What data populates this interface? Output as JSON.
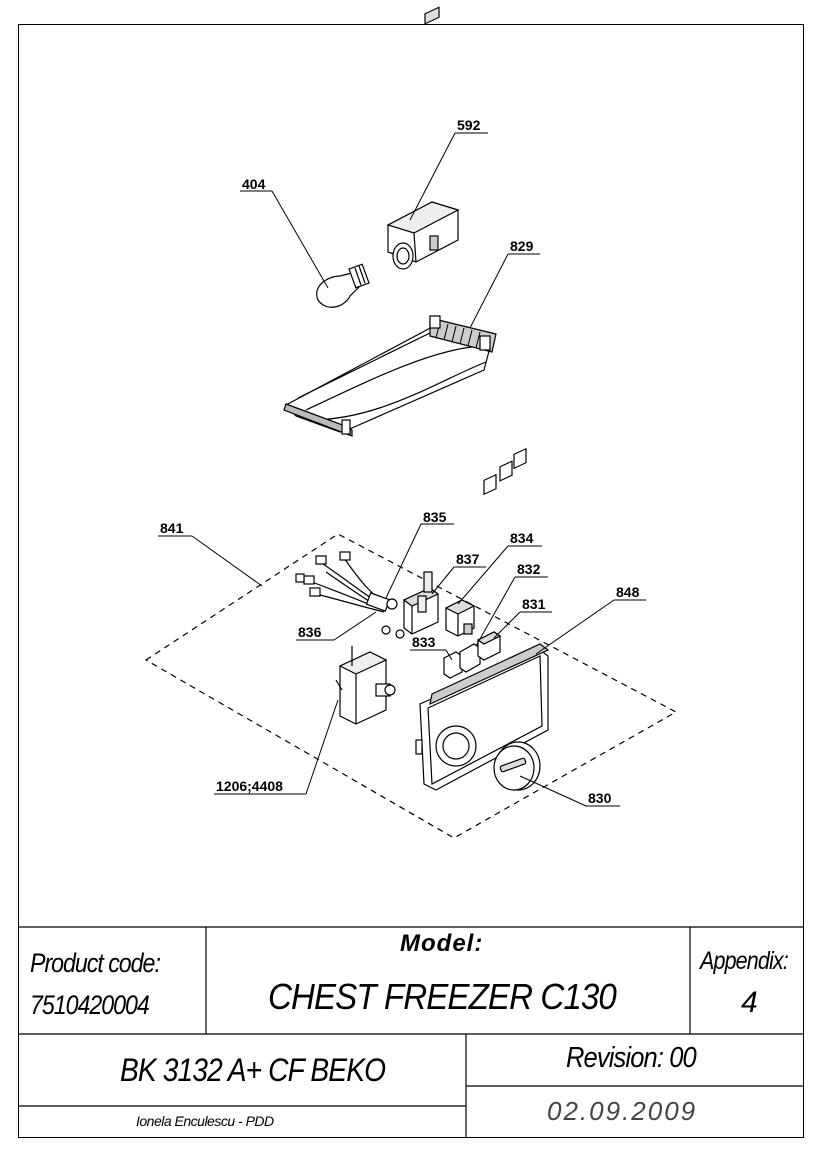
{
  "callouts": {
    "c592": "592",
    "c404": "404",
    "c829": "829",
    "c835": "835",
    "c841": "841",
    "c834": "834",
    "c837": "837",
    "c832": "832",
    "c848": "848",
    "c831": "831",
    "c836": "836",
    "c833": "833",
    "c830": "830",
    "c1206": "1206;4408"
  },
  "title_block": {
    "product_code_label": "Product code:",
    "product_code_value": "7510420004",
    "model_label": "Model:",
    "model_value": "CHEST FREEZER C130",
    "appendix_label": "Appendix:",
    "appendix_value": "4",
    "model_code": "BK 3132 A+ CF BEKO",
    "revision_label": "Revision: 00",
    "date": "02.09.2009",
    "author": "Ionela Enculescu - PDD"
  }
}
